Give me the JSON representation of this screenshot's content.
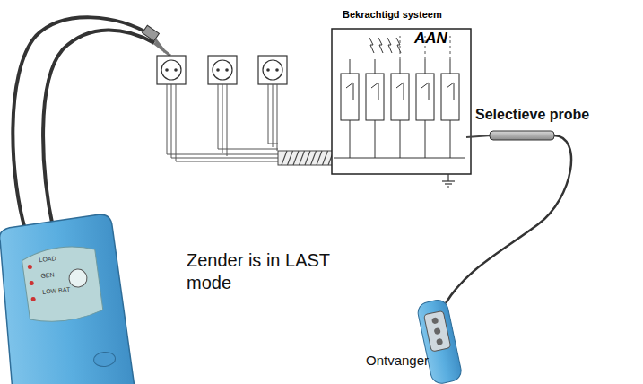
{
  "diagram": {
    "nodes": [
      {
        "text": [
          "Bekrachtigd systeem",
          "AAN"
        ]
      },
      {
        "text": [
          "LOAD",
          "GEN",
          "LOW BAT"
        ]
      }
    ],
    "labels": [
      "Selectieve probe",
      "Zender is in LAST mode",
      "Ontvanger"
    ]
  }
}
